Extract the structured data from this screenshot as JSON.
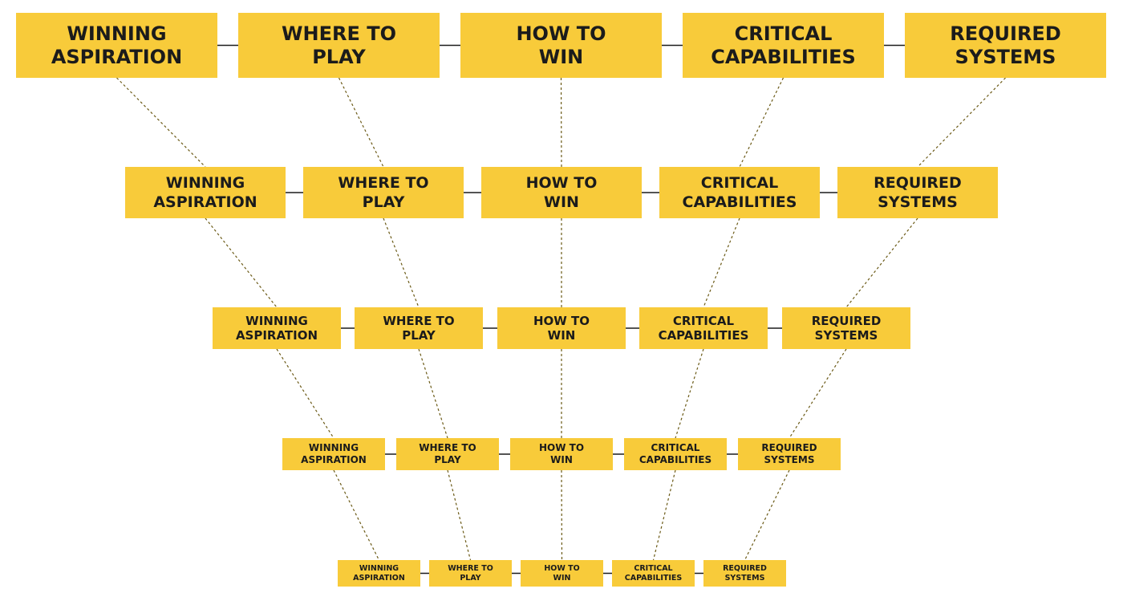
{
  "colors": {
    "box": "#F8CB3A",
    "text": "#1b1b1b",
    "connector": "#1b1b1b",
    "dashed_link": "#6b5a16"
  },
  "tiers": [
    {
      "boxes": [
        {
          "line1": "WINNING",
          "line2": "ASPIRATION"
        },
        {
          "line1": "WHERE TO",
          "line2": "PLAY"
        },
        {
          "line1": "HOW TO",
          "line2": "WIN"
        },
        {
          "line1": "CRITICAL",
          "line2": "CAPABILITIES"
        },
        {
          "line1": "REQUIRED",
          "line2": "SYSTEMS"
        }
      ]
    },
    {
      "boxes": [
        {
          "line1": "WINNING",
          "line2": "ASPIRATION"
        },
        {
          "line1": "WHERE TO",
          "line2": "PLAY"
        },
        {
          "line1": "HOW TO",
          "line2": "WIN"
        },
        {
          "line1": "CRITICAL",
          "line2": "CAPABILITIES"
        },
        {
          "line1": "REQUIRED",
          "line2": "SYSTEMS"
        }
      ]
    },
    {
      "boxes": [
        {
          "line1": "WINNING",
          "line2": "ASPIRATION"
        },
        {
          "line1": "WHERE TO",
          "line2": "PLAY"
        },
        {
          "line1": "HOW TO",
          "line2": "WIN"
        },
        {
          "line1": "CRITICAL",
          "line2": "CAPABILITIES"
        },
        {
          "line1": "REQUIRED",
          "line2": "SYSTEMS"
        }
      ]
    },
    {
      "boxes": [
        {
          "line1": "WINNING",
          "line2": "ASPIRATION"
        },
        {
          "line1": "WHERE TO",
          "line2": "PLAY"
        },
        {
          "line1": "HOW TO",
          "line2": "WIN"
        },
        {
          "line1": "CRITICAL",
          "line2": "CAPABILITIES"
        },
        {
          "line1": "REQUIRED",
          "line2": "SYSTEMS"
        }
      ]
    },
    {
      "boxes": [
        {
          "line1": "WINNING",
          "line2": "ASPIRATION"
        },
        {
          "line1": "WHERE TO",
          "line2": "PLAY"
        },
        {
          "line1": "HOW TO",
          "line2": "WIN"
        },
        {
          "line1": "CRITICAL",
          "line2": "CAPABILITIES"
        },
        {
          "line1": "REQUIRED",
          "line2": "SYSTEMS"
        }
      ]
    }
  ]
}
